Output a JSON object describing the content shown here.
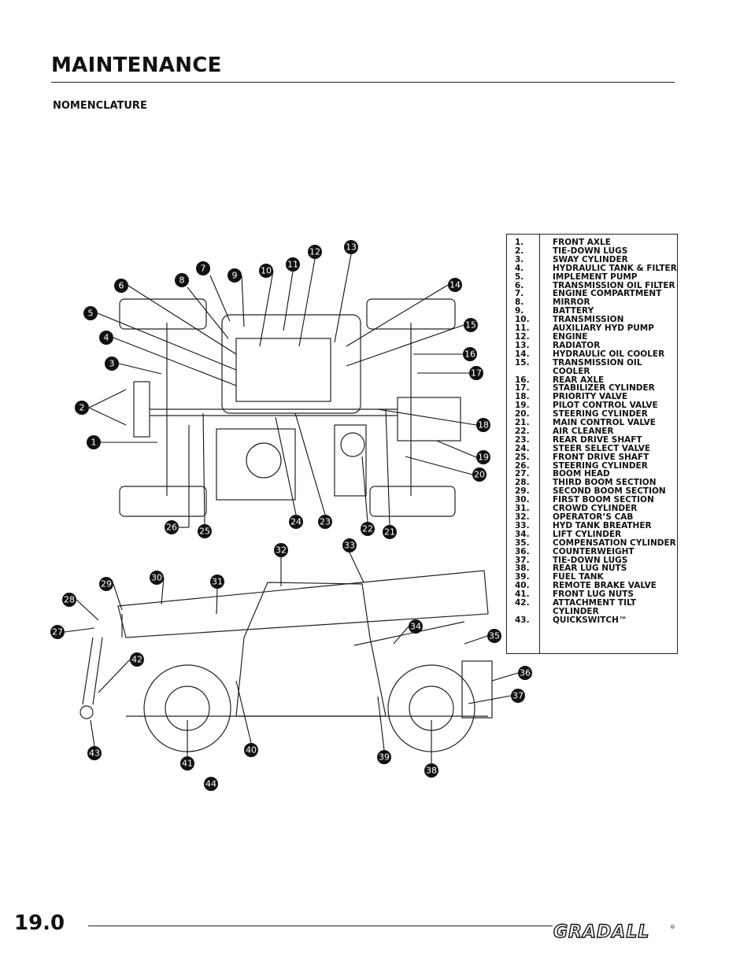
{
  "header": {
    "title": "MAINTENANCE",
    "section": "NOMENCLATURE"
  },
  "legend": {
    "items": [
      {
        "num": "1.",
        "name": "FRONT AXLE"
      },
      {
        "num": "2.",
        "name": "TIE-DOWN LUGS"
      },
      {
        "num": "3.",
        "name": "SWAY CYLINDER"
      },
      {
        "num": "4.",
        "name": "HYDRAULIC TANK & FILTER"
      },
      {
        "num": "5.",
        "name": "IMPLEMENT PUMP"
      },
      {
        "num": "6.",
        "name": "TRANSMISSION OIL FILTER"
      },
      {
        "num": "7.",
        "name": "ENGINE  COMPARTMENT"
      },
      {
        "num": "8.",
        "name": "MIRROR"
      },
      {
        "num": "9.",
        "name": "BATTERY"
      },
      {
        "num": "10.",
        "name": "TRANSMISSION"
      },
      {
        "num": "11.",
        "name": "AUXILIARY HYD PUMP"
      },
      {
        "num": "12.",
        "name": "ENGINE"
      },
      {
        "num": "13.",
        "name": "RADIATOR"
      },
      {
        "num": "14.",
        "name": "HYDRAULIC OIL COOLER"
      },
      {
        "num": "15.",
        "name": "TRANSMISSION OIL COOLER"
      },
      {
        "num": "16.",
        "name": "REAR AXLE"
      },
      {
        "num": "17.",
        "name": "STABILIZER CYLINDER"
      },
      {
        "num": "18.",
        "name": "PRIORITY VALVE"
      },
      {
        "num": "19.",
        "name": "PILOT CONTROL VALVE"
      },
      {
        "num": "20.",
        "name": "STEERING CYLINDER"
      },
      {
        "num": "21.",
        "name": "MAIN CONTROL VALVE"
      },
      {
        "num": "22.",
        "name": "AIR CLEANER"
      },
      {
        "num": "23.",
        "name": "REAR DRIVE SHAFT"
      },
      {
        "num": "24.",
        "name": "STEER SELECT VALVE"
      },
      {
        "num": "25.",
        "name": "FRONT DRIVE SHAFT"
      },
      {
        "num": "26.",
        "name": "STEERING CYLINDER"
      },
      {
        "num": "27.",
        "name": "BOOM HEAD"
      },
      {
        "num": "28.",
        "name": "THIRD BOOM SECTION"
      },
      {
        "num": "29.",
        "name": "SECOND BOOM SECTION"
      },
      {
        "num": "30.",
        "name": "FIRST BOOM SECTION"
      },
      {
        "num": "31.",
        "name": "CROWD CYLINDER"
      },
      {
        "num": "32.",
        "name": "OPERATOR’S CAB"
      },
      {
        "num": "33.",
        "name": "HYD TANK BREATHER"
      },
      {
        "num": "34.",
        "name": "LIFT CYLINDER"
      },
      {
        "num": "35.",
        "name": "COMPENSATION CYLINDER"
      },
      {
        "num": "36.",
        "name": "COUNTERWEIGHT"
      },
      {
        "num": "37.",
        "name": "TIE-DOWN LUGS"
      },
      {
        "num": "38.",
        "name": "REAR LUG NUTS"
      },
      {
        "num": "39.",
        "name": "FUEL TANK"
      },
      {
        "num": "40.",
        "name": "REMOTE BRAKE VALVE"
      },
      {
        "num": "41.",
        "name": "FRONT LUG NUTS"
      },
      {
        "num": "42.",
        "name": "ATTACHMENT TILT CYLINDER"
      },
      {
        "num": "43.",
        "name": "QUICKSWITCH™"
      }
    ]
  },
  "callouts": [
    "1",
    "2",
    "3",
    "4",
    "5",
    "6",
    "7",
    "8",
    "9",
    "10",
    "11",
    "12",
    "13",
    "14",
    "15",
    "16",
    "17",
    "18",
    "19",
    "20",
    "21",
    "22",
    "23",
    "24",
    "25",
    "26",
    "27",
    "28",
    "29",
    "30",
    "31",
    "32",
    "33",
    "34",
    "35",
    "36",
    "37",
    "38",
    "39",
    "40",
    "41",
    "42",
    "43",
    "44"
  ],
  "footer": {
    "page_number": "19.0",
    "brand": "GRADALL",
    "brand_mark": "®"
  }
}
